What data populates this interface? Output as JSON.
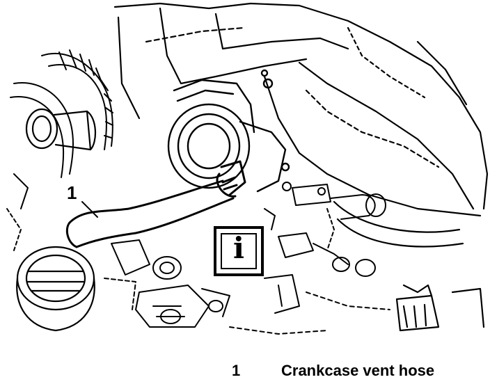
{
  "figure": {
    "callout_label": "1",
    "info_symbol": "i",
    "info_icon": "info-icon"
  },
  "legend": {
    "items": [
      {
        "number": "1",
        "text": "Crankcase vent hose"
      }
    ]
  }
}
